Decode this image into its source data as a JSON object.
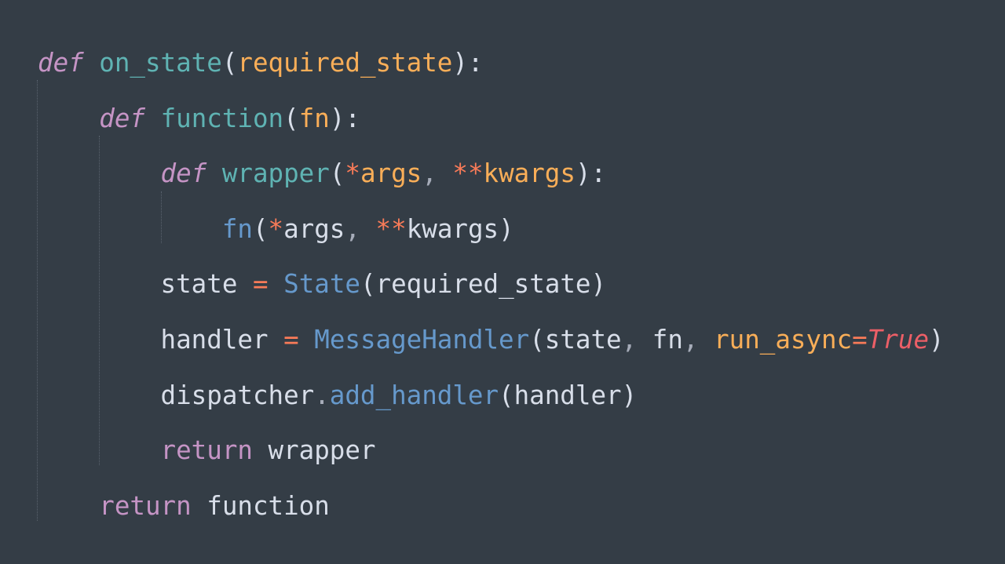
{
  "lines": [
    {
      "indent": 0,
      "tokens": [
        [
          "def",
          "def"
        ],
        [
          " ",
          "plain"
        ],
        [
          "on_state",
          "fname"
        ],
        [
          "(",
          "punc"
        ],
        [
          "required_state",
          "param"
        ],
        [
          "):",
          "punc"
        ]
      ]
    },
    {
      "indent": 1,
      "tokens": [
        [
          "def",
          "def"
        ],
        [
          " ",
          "plain"
        ],
        [
          "function",
          "fname"
        ],
        [
          "(",
          "punc"
        ],
        [
          "fn",
          "param"
        ],
        [
          "):",
          "punc"
        ]
      ]
    },
    {
      "indent": 2,
      "tokens": [
        [
          "def",
          "def"
        ],
        [
          " ",
          "plain"
        ],
        [
          "wrapper",
          "fname"
        ],
        [
          "(",
          "punc"
        ],
        [
          "*",
          "op"
        ],
        [
          "args",
          "param"
        ],
        [
          ",",
          "comma"
        ],
        [
          " ",
          "plain"
        ],
        [
          "**",
          "op"
        ],
        [
          "kwargs",
          "param"
        ],
        [
          "):",
          "punc"
        ]
      ]
    },
    {
      "indent": 3,
      "tokens": [
        [
          "fn",
          "cls"
        ],
        [
          "(",
          "punc"
        ],
        [
          "*",
          "op"
        ],
        [
          "args",
          "plain"
        ],
        [
          ",",
          "comma"
        ],
        [
          " ",
          "plain"
        ],
        [
          "**",
          "op"
        ],
        [
          "kwargs",
          "plain"
        ],
        [
          ")",
          "punc"
        ]
      ]
    },
    {
      "indent": 2,
      "tokens": [
        [
          "state",
          "plain"
        ],
        [
          " ",
          "plain"
        ],
        [
          "=",
          "op"
        ],
        [
          " ",
          "plain"
        ],
        [
          "State",
          "cls"
        ],
        [
          "(",
          "punc"
        ],
        [
          "required_state",
          "plain"
        ],
        [
          ")",
          "punc"
        ]
      ]
    },
    {
      "indent": 2,
      "tokens": [
        [
          "handler",
          "plain"
        ],
        [
          " ",
          "plain"
        ],
        [
          "=",
          "op"
        ],
        [
          " ",
          "plain"
        ],
        [
          "MessageHandler",
          "cls"
        ],
        [
          "(",
          "punc"
        ],
        [
          "state",
          "plain"
        ],
        [
          ",",
          "comma"
        ],
        [
          " ",
          "plain"
        ],
        [
          "fn",
          "plain"
        ],
        [
          ",",
          "comma"
        ],
        [
          " ",
          "plain"
        ],
        [
          "run_async",
          "param"
        ],
        [
          "=",
          "op"
        ],
        [
          "True",
          "bool"
        ],
        [
          ")",
          "punc"
        ]
      ]
    },
    {
      "indent": 2,
      "tokens": [
        [
          "dispatcher",
          "plain"
        ],
        [
          ".",
          "comma"
        ],
        [
          "add_handler",
          "cls"
        ],
        [
          "(",
          "punc"
        ],
        [
          "handler",
          "plain"
        ],
        [
          ")",
          "punc"
        ]
      ]
    },
    {
      "indent": 2,
      "tokens": [
        [
          "return",
          "kw"
        ],
        [
          " ",
          "plain"
        ],
        [
          "wrapper",
          "plain"
        ]
      ]
    },
    {
      "indent": 1,
      "tokens": [
        [
          "return",
          "kw"
        ],
        [
          " ",
          "plain"
        ],
        [
          "function",
          "plain"
        ]
      ]
    }
  ]
}
